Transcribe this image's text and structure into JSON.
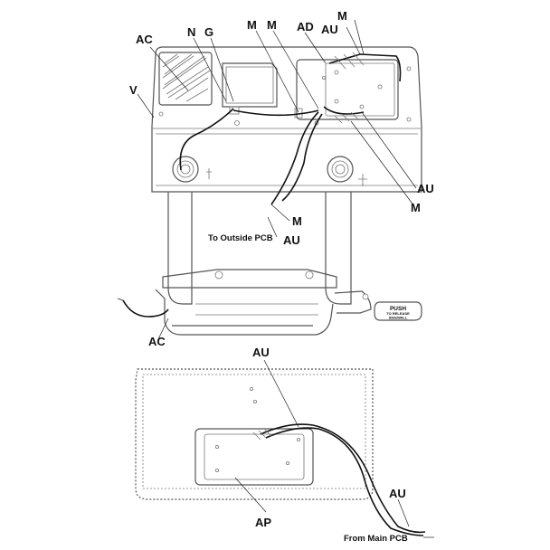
{
  "labels": {
    "ac_top": "AC",
    "n": "N",
    "g": "G",
    "m_1": "M",
    "m_2": "M",
    "ad": "AD",
    "au_top": "AU",
    "m_top": "M",
    "v": "V",
    "au_right": "AU",
    "m_right": "M",
    "m_center": "M",
    "to_outside_pcb": "To Outside PCB",
    "au_center": "AU",
    "ac_bottom": "AC",
    "au_lower": "AU",
    "au_lower_right": "AU",
    "ap": "AP",
    "from_main_pcb": "From Main PCB"
  },
  "push_button": {
    "line1": "PUSH",
    "line2": "TO RELEASE",
    "line3": "SIDEWALL"
  }
}
